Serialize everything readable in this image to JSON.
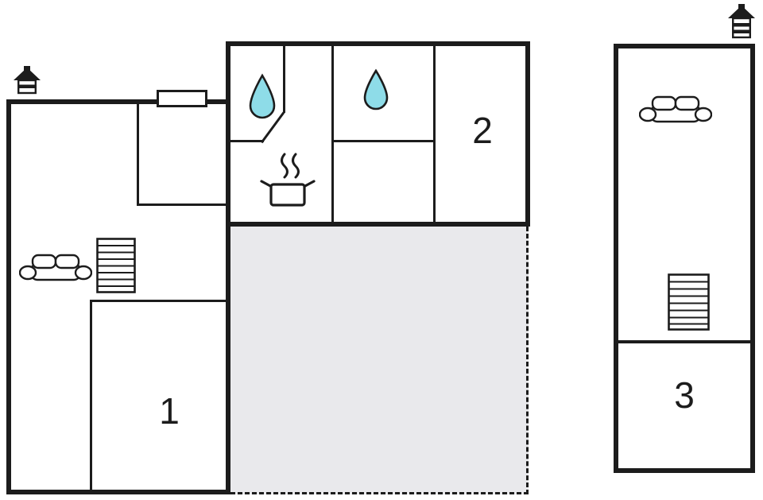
{
  "floorplan": {
    "type": "floor-plan",
    "colors": {
      "wall": "#1c1c1c",
      "terrace_fill": "#e9e9ec",
      "drop_fill": "#8edce8",
      "background": "#ffffff"
    },
    "rooms": [
      {
        "id": "room-1",
        "label": "1"
      },
      {
        "id": "room-2",
        "label": "2"
      },
      {
        "id": "room-3",
        "label": "3"
      }
    ],
    "icons": {
      "chimney_left": "chimney-icon",
      "chimney_right": "chimney-icon",
      "bathroom_drop": "water-drop-icon",
      "second_drop": "water-drop-icon",
      "stove_pot": "cooking-pot-icon",
      "sofa_main": "sofa-icon",
      "sofa_annex": "sofa-icon",
      "stairs_main": "stairs-icon",
      "stairs_annex": "stairs-icon",
      "window_main": "window-icon"
    }
  }
}
